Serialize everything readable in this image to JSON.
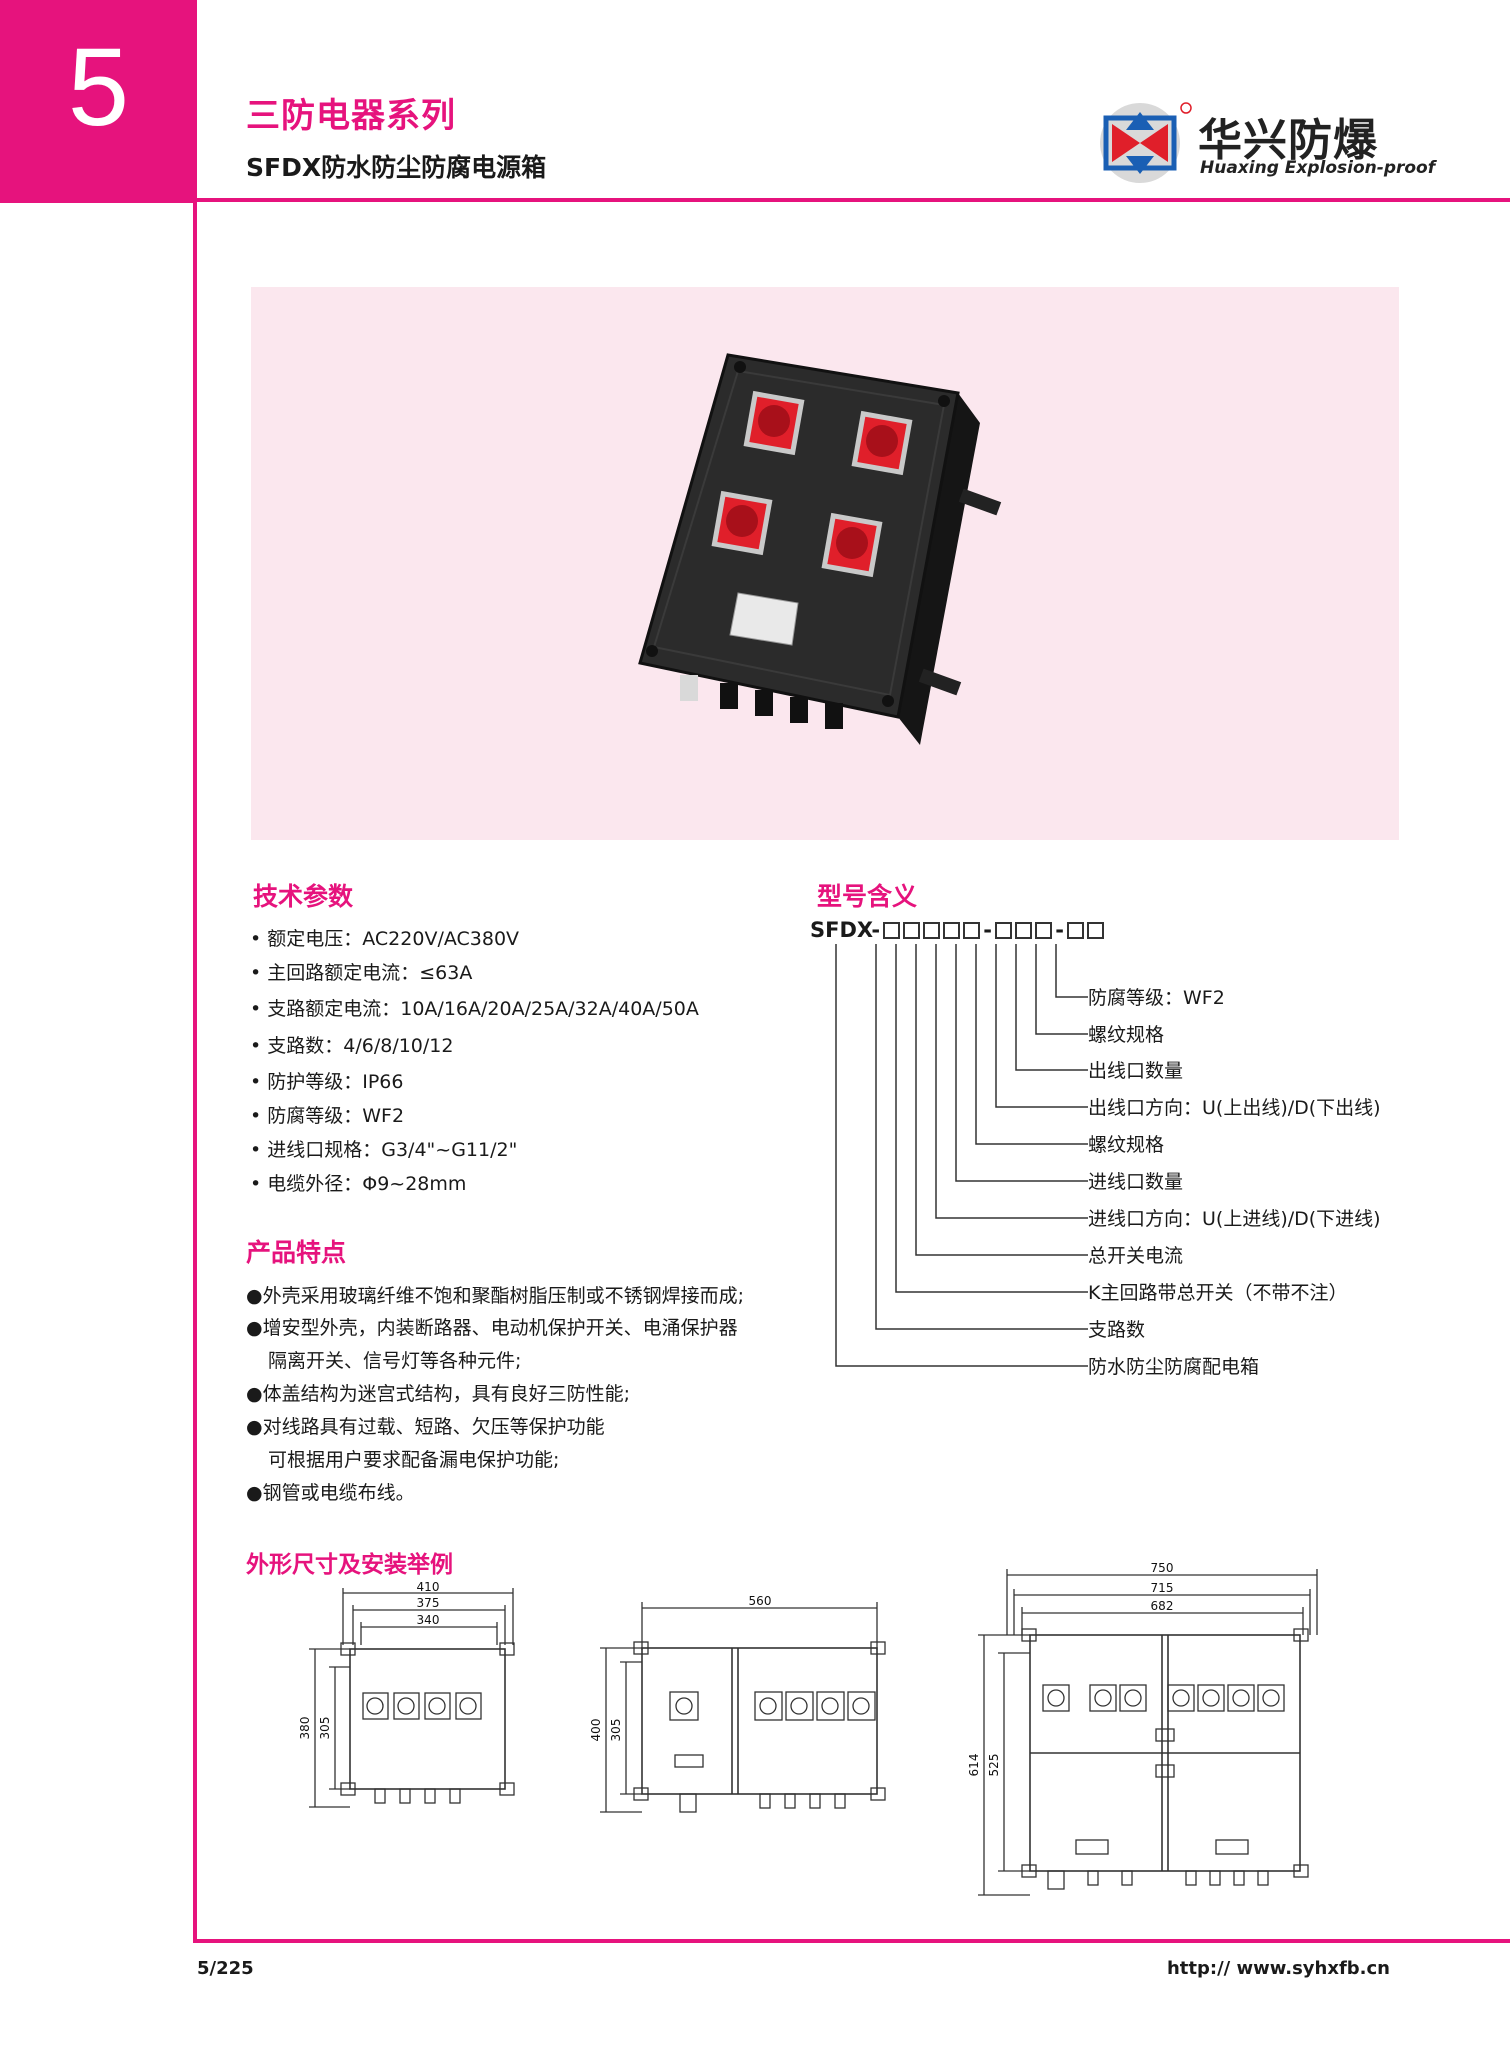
{
  "header": {
    "chapter_number": "5",
    "series_title": "三防电器系列",
    "product_title": "SFDX防水防尘防腐电源箱",
    "logo_text_cn": "华兴防爆",
    "logo_text_en": "Huaxing Explosion-proof"
  },
  "colors": {
    "accent": "#e6137d",
    "photo_background": "#fbe7ee",
    "enclosure": "#2a2a2a",
    "switch_red": "#e01f2a"
  },
  "specs": {
    "title": "技术参数",
    "items": [
      "额定电压：AC220V/AC380V",
      "主回路额定电流：≤63A",
      "支路额定电流：10A/16A/20A/25A/32A/40A/50A",
      "支路数：4/6/8/10/12",
      "防护等级：IP66",
      "防腐等级：WF2",
      "进线口规格：G3/4\"~G11/2\"",
      "电缆外径：Φ9~28mm"
    ]
  },
  "features": {
    "title": "产品特点",
    "lines": [
      "●外壳采用玻璃纤维不饱和聚酯树脂压制或不锈钢焊接而成;",
      "●增安型外壳，内装断路器、电动机保护开关、电涌保护器",
      "隔离开关、信号灯等各种元件;",
      "●体盖结构为迷宫式结构，具有良好三防性能;",
      "●对线路具有过载、短路、欠压等保护功能",
      "可根据用户要求配备漏电保护功能;",
      "●钢管或电缆布线。"
    ]
  },
  "model_code": {
    "title": "型号含义",
    "prefix": "SFDX-",
    "meanings": [
      "防腐等级：WF2",
      "螺纹规格",
      "出线口数量",
      "出线口方向：U(上出线)/D(下出线)",
      "螺纹规格",
      "进线口数量",
      "进线口方向：U(上进线)/D(下进线)",
      "总开关电流",
      "K主回路带总开关（不带不注）",
      "支路数",
      "防水防尘防腐配电箱"
    ]
  },
  "dimensions": {
    "title": "外形尺寸及安装举例",
    "diagram1": {
      "widths": [
        "410",
        "375",
        "340"
      ],
      "heights": [
        "380",
        "305"
      ]
    },
    "diagram2": {
      "widths": [
        "560"
      ],
      "heights": [
        "400",
        "305"
      ]
    },
    "diagram3": {
      "widths": [
        "750",
        "715",
        "682"
      ],
      "heights": [
        "614",
        "525"
      ]
    }
  },
  "footer": {
    "page": "5/225",
    "url": "http:// www.syhxfb.cn"
  }
}
